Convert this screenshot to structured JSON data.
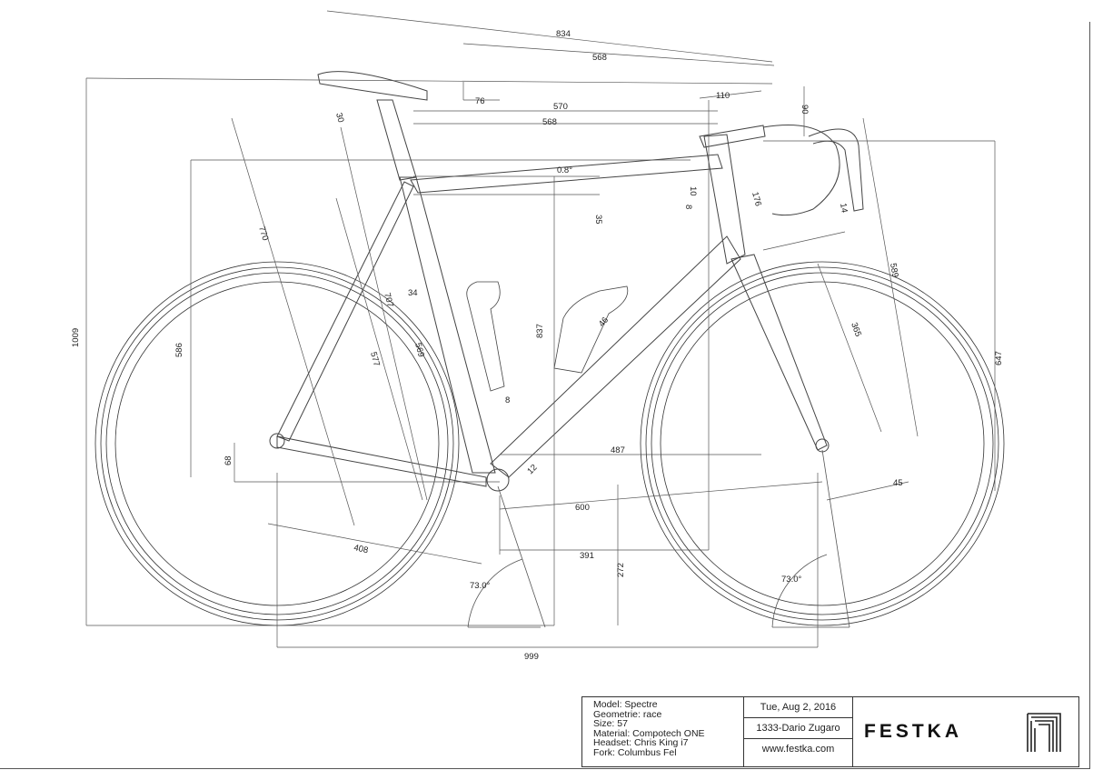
{
  "drawing": {
    "dimensions": {
      "d834": "834",
      "d568_top": "568",
      "d76": "76",
      "d570": "570",
      "d568_mid": "568",
      "d110": "110",
      "d90": "90",
      "d30": "30",
      "d0_8": "0.8°",
      "d10": "10",
      "d8_stem": "8",
      "d35": "35",
      "d176": "176",
      "d14": "14",
      "d770": "770",
      "d1009": "1009",
      "d586": "586",
      "d707": "707",
      "d577": "577",
      "d569": "569",
      "d34": "34",
      "d837": "837",
      "d46": "46",
      "d8_cage": "8",
      "d589": "589",
      "d365": "365",
      "d647": "647",
      "d68": "68",
      "d12": "12",
      "d487": "487",
      "d600": "600",
      "d45": "45",
      "d408": "408",
      "d391": "391",
      "d272": "272",
      "angle_seat": "73.0°",
      "angle_head": "73.0°",
      "d999": "999"
    }
  },
  "title_block": {
    "specs": [
      "Model: Spectre",
      "Geometrie: race",
      "Size: 57",
      "Material: Compotech ONE",
      "Headset: Chris King i7",
      "Fork: Columbus Fel"
    ],
    "date": "Tue, Aug 2, 2016",
    "order": "1333-Dario Zugaro",
    "website": "www.festka.com",
    "brand": "FESTKA"
  }
}
